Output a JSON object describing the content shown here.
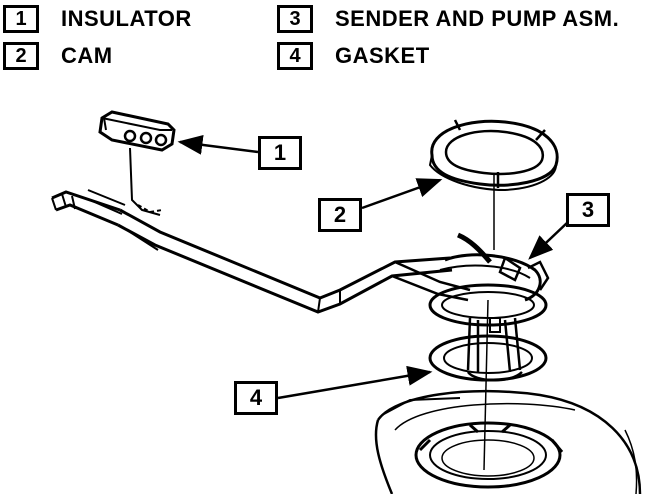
{
  "legend": [
    {
      "num": "1",
      "label": "INSULATOR"
    },
    {
      "num": "2",
      "label": "CAM"
    },
    {
      "num": "3",
      "label": "SENDER AND PUMP ASM."
    },
    {
      "num": "4",
      "label": "GASKET"
    }
  ],
  "callouts": [
    {
      "num": "1"
    },
    {
      "num": "2"
    },
    {
      "num": "3"
    },
    {
      "num": "4"
    }
  ]
}
